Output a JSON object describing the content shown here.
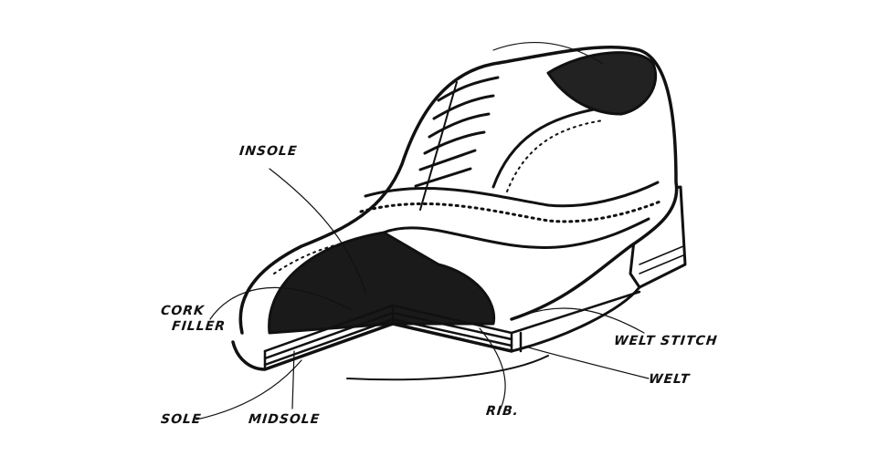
{
  "diagram": {
    "labels": {
      "insole": "INSOLE",
      "cork_filler_1": "CORK",
      "cork_filler_2": "FILLER",
      "sole": "SOLE",
      "midsole": "MIDSOLE",
      "rib": "RIB.",
      "welt_stitch": "WELT STITCH",
      "welt": "WELT"
    },
    "colors": {
      "ink": "#111111",
      "paper": "#ffffff"
    }
  }
}
